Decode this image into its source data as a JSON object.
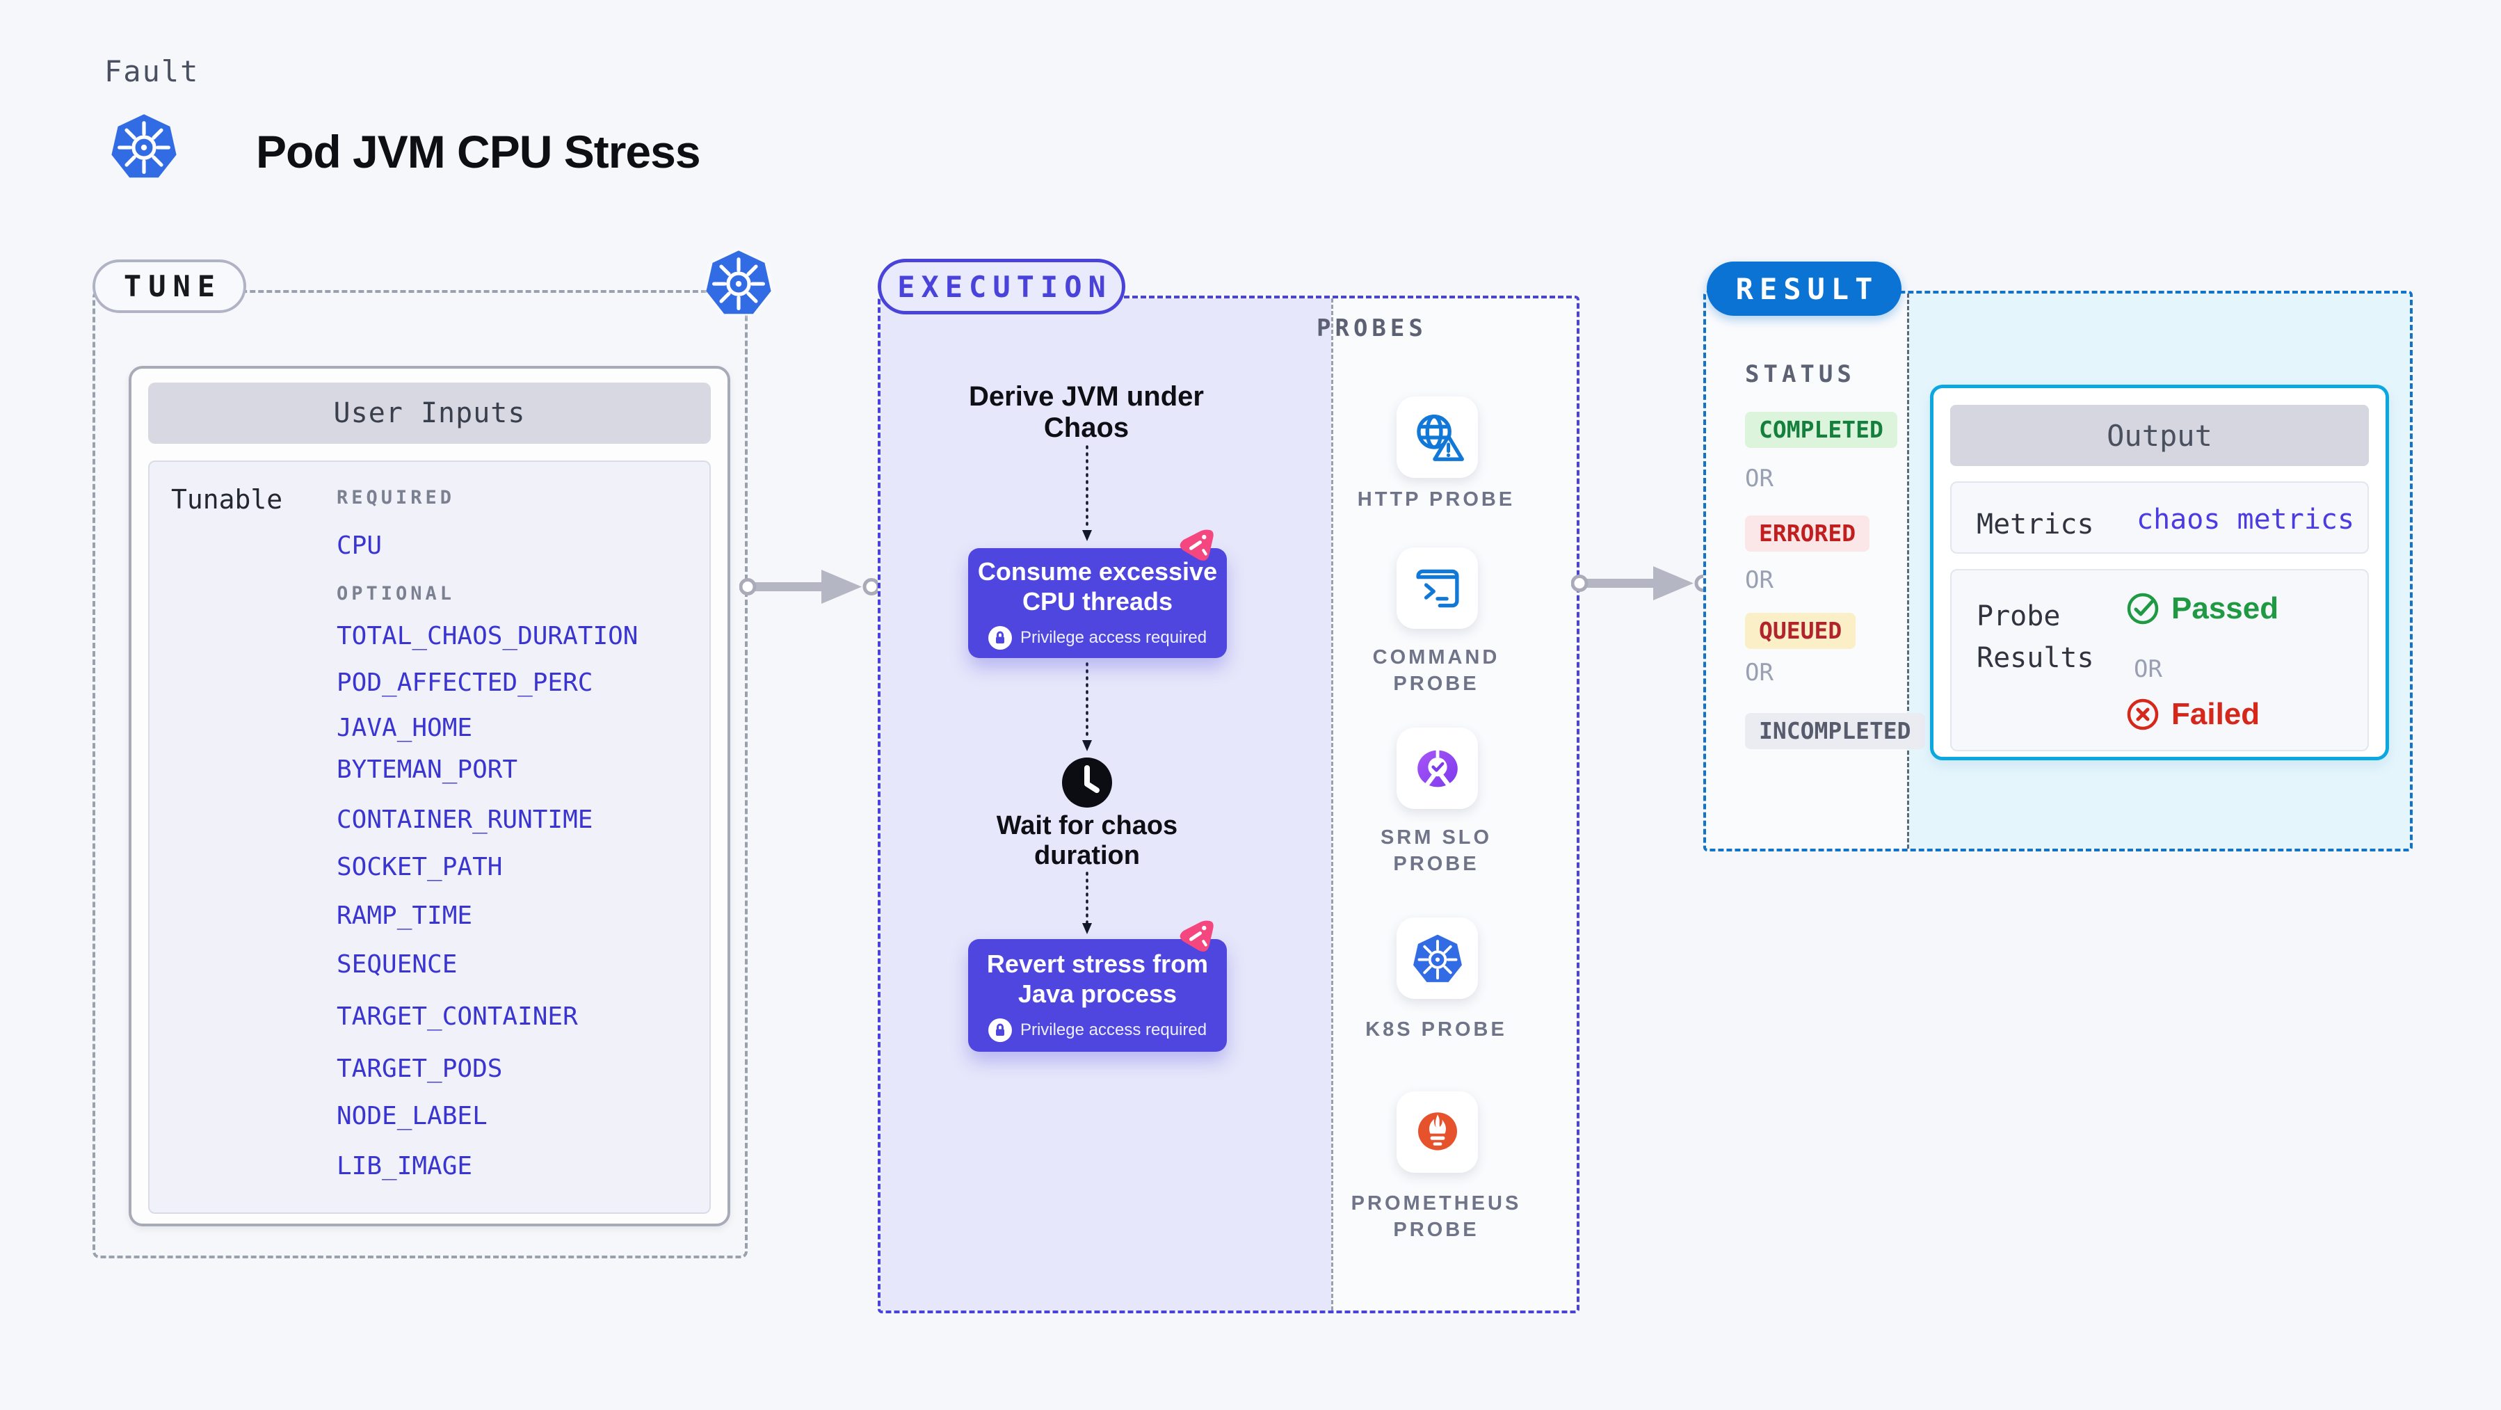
{
  "colors": {
    "page_bg": "#f6f7fb",
    "indigo": "#4a43d9",
    "card_indigo": "#4f46e0",
    "lavender": "#e6e7fa",
    "chip_lavender": "#e9eafb",
    "result_blue": "#0b73d3",
    "result_dash": "#1173c9",
    "cyan_bg": "#e5f5fc",
    "output_border": "#0aa7e0",
    "k8s_blue": "#326ce5",
    "probe_blue": "#1278d8",
    "prometheus_orange": "#e6522c",
    "srm_purple": "#8b3dfa",
    "litmus_pink": "#f5477f",
    "success_green": "#1f9a43",
    "success_bg": "#dcf3dc",
    "error_red": "#c11f1f",
    "error_bg": "#fbe7e7",
    "queued_red": "#b2242d",
    "queued_bg": "#faefc6",
    "neutral_text": "#565c6c",
    "neutral_bg": "#ebecf2",
    "gray_dash": "#9aa1ae",
    "link_indigo": "#4b3be2",
    "failed_red": "#d6281a"
  },
  "header": {
    "kicker": "Fault",
    "title": "Pod JVM CPU Stress"
  },
  "tune": {
    "chip": "TUNE",
    "card_title": "User Inputs",
    "row_label": "Tunable",
    "required_label": "REQUIRED",
    "optional_label": "OPTIONAL",
    "required_items": [
      "CPU"
    ],
    "optional_items": [
      "TOTAL_CHAOS_DURATION",
      "POD_AFFECTED_PERC",
      "JAVA_HOME",
      "BYTEMAN_PORT",
      "CONTAINER_RUNTIME",
      "SOCKET_PATH",
      "RAMP_TIME",
      "SEQUENCE",
      "TARGET_CONTAINER",
      "TARGET_PODS",
      "NODE_LABEL",
      "LIB_IMAGE"
    ]
  },
  "execution": {
    "chip": "EXECUTION",
    "step1": "Derive JVM under Chaos",
    "step2": "Consume excessive CPU threads",
    "step3": "Wait for chaos duration",
    "step4": "Revert stress from Java process",
    "privilege_note": "Privilege access required"
  },
  "probes": {
    "label": "PROBES",
    "items": [
      {
        "name": "HTTP PROBE",
        "icon": "http-probe-icon"
      },
      {
        "name": "COMMAND PROBE",
        "icon": "command-probe-icon"
      },
      {
        "name": "SRM SLO PROBE",
        "icon": "srm-slo-probe-icon"
      },
      {
        "name": "K8S PROBE",
        "icon": "k8s-probe-icon"
      },
      {
        "name": "PROMETHEUS PROBE",
        "icon": "prometheus-probe-icon"
      }
    ]
  },
  "result": {
    "chip": "RESULT",
    "status_label": "STATUS",
    "or": "OR",
    "statuses": [
      "COMPLETED",
      "ERRORED",
      "QUEUED",
      "INCOMPLETED"
    ],
    "output": {
      "title": "Output",
      "metrics_label": "Metrics",
      "metrics_value": "chaos metrics",
      "probe_results_label": "Probe Results",
      "passed": "Passed",
      "failed": "Failed"
    }
  }
}
